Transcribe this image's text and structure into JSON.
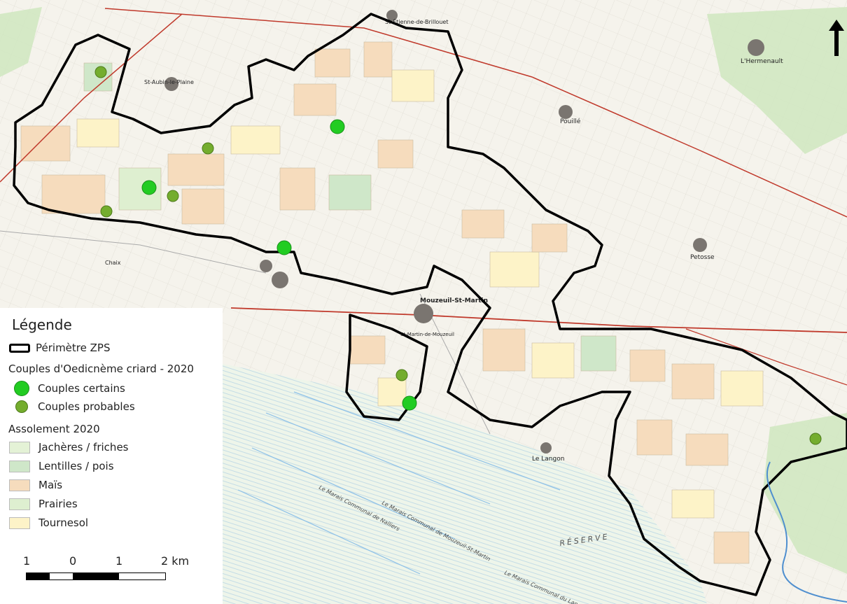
{
  "map": {
    "place_labels": [
      {
        "id": "st-aubin",
        "text": "St-Aubin-le-Plaine"
      },
      {
        "id": "st-etienne",
        "text": "St-Étienne-de-Brillouet"
      },
      {
        "id": "pouille",
        "text": "Pouillé"
      },
      {
        "id": "hermenault",
        "text": "L'Hermenault"
      },
      {
        "id": "petosse",
        "text": "Petosse"
      },
      {
        "id": "chaix",
        "text": "Chaix"
      },
      {
        "id": "mouzeuil",
        "text": "Mouzeuil-St-Martin"
      },
      {
        "id": "st-martin",
        "text": "St-Martin-de-Mouzeuil"
      },
      {
        "id": "le-langon",
        "text": "Le Langon"
      },
      {
        "id": "marais-nalliers",
        "text": "Le Marais Communal de Nalliers"
      },
      {
        "id": "marais-mouzeuil",
        "text": "Le Marais Communal de Mouzeuil-St-Martin"
      },
      {
        "id": "reserve",
        "text": "RÉSERVE"
      },
      {
        "id": "marais-langon",
        "text": "Le Marais Communal du Langon"
      }
    ],
    "colors": {
      "perimeter": "#000000",
      "certain": "#22cc22",
      "probable": "#74ad2e",
      "jacheres": "#e4f2d6",
      "lentilles": "#cfe7c9",
      "mais": "#f6dcbd",
      "prairies": "#deefd0",
      "tournesol": "#fdf3c8",
      "road": "#c0392b"
    }
  },
  "legend": {
    "title": "Légende",
    "perimeter_label": "Périmètre ZPS",
    "couples_header": "Couples d'Oedicnème criard - 2020",
    "certain_label": "Couples certains",
    "probable_label": "Couples probables",
    "assolement_header": "Assolement 2020",
    "crops": [
      {
        "label": "Jachères / friches",
        "color": "#e4f2d6"
      },
      {
        "label": "Lentilles / pois",
        "color": "#cfe7c9"
      },
      {
        "label": "Maïs",
        "color": "#f6dcbd"
      },
      {
        "label": "Prairies",
        "color": "#deefd0"
      },
      {
        "label": "Tournesol",
        "color": "#fdf3c8"
      }
    ]
  },
  "scale": {
    "labels": [
      "1",
      "0",
      "1",
      "2 km"
    ]
  },
  "north_arrow": {
    "icon": "north-arrow-icon"
  }
}
